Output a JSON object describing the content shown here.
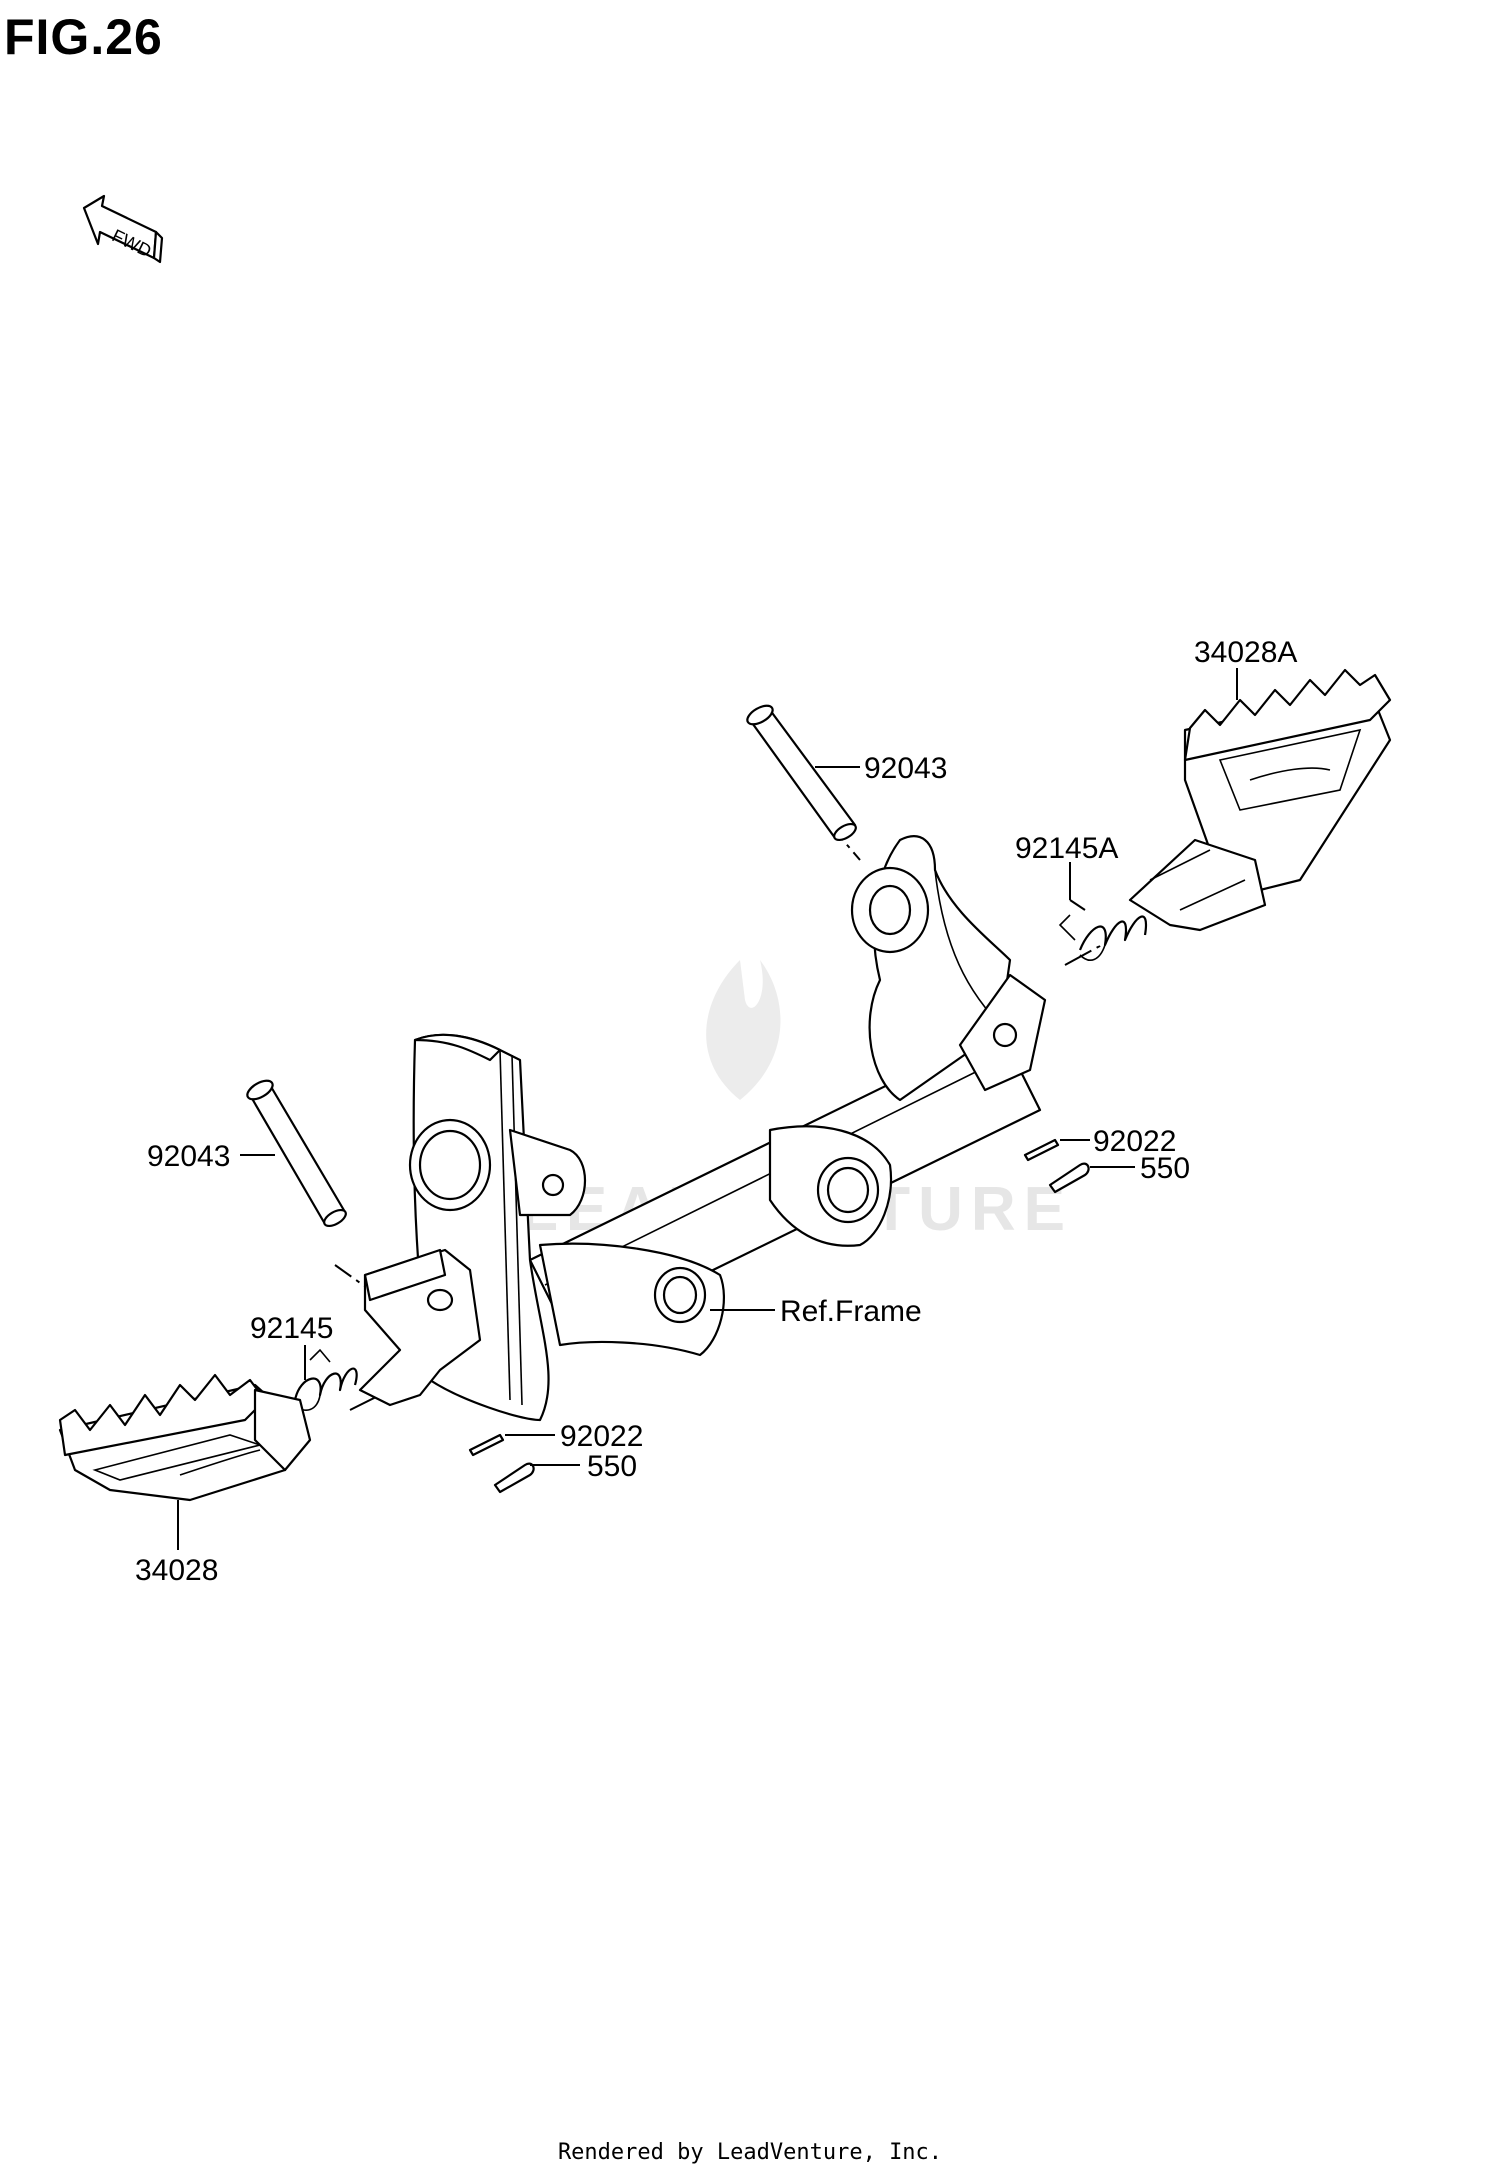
{
  "figure": {
    "title": "FIG.26",
    "fwd_label": "FWD"
  },
  "callouts": {
    "footpeg_left": "34028",
    "footpeg_right": "34028A",
    "pin_left": "92043",
    "pin_right": "92043",
    "spring_left": "92145",
    "spring_right": "92145A",
    "washer_left": "92022",
    "washer_right": "92022",
    "cotter_left": "550",
    "cotter_right": "550",
    "frame_ref": "Ref.Frame"
  },
  "watermark": {
    "text": "LEADVENTURE"
  },
  "footer": {
    "credit": "Rendered by LeadVenture, Inc."
  }
}
